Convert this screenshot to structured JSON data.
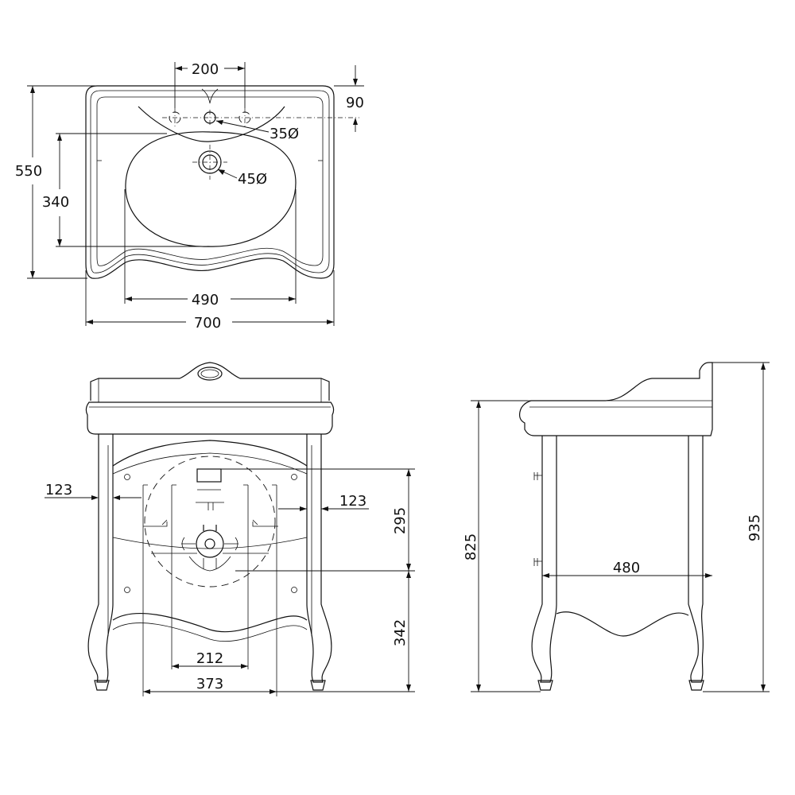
{
  "top_view": {
    "dim_tap_spacing": "200",
    "dim_tap_offset": "90",
    "dim_tap_hole": "35Ø",
    "dim_drain_hole": "45Ø",
    "dim_depth_total": "550",
    "dim_bowl_depth": "340",
    "dim_bowl_width": "490",
    "dim_width_total": "700"
  },
  "front_view": {
    "dim_left_inset": "123",
    "dim_right_inset": "123",
    "dim_upper_height": "295",
    "dim_lower_height": "342",
    "dim_inner_width": "212",
    "dim_outer_width": "373"
  },
  "side_view": {
    "dim_counter_height": "825",
    "dim_total_height": "935",
    "dim_depth": "480"
  }
}
